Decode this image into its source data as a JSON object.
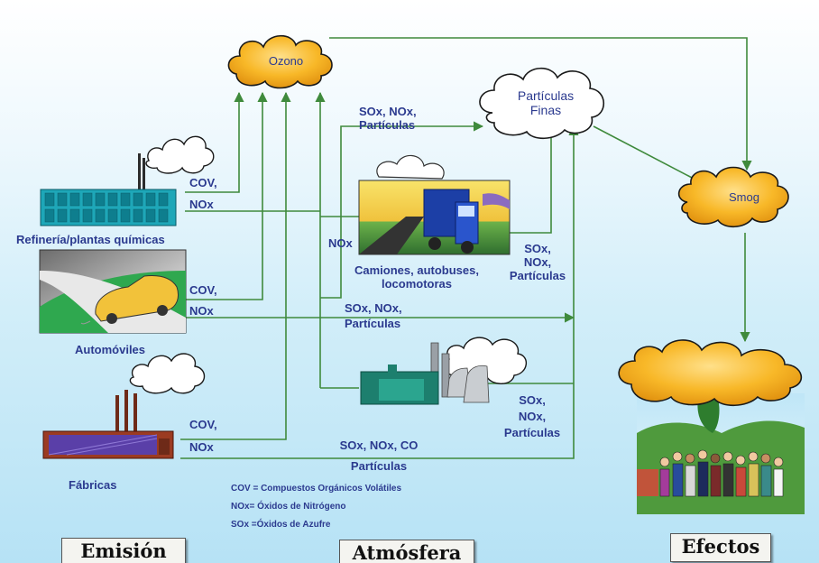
{
  "clouds": {
    "ozono": "Ozono",
    "particulas_finas": [
      "Partículas",
      "Finas"
    ],
    "smog": "Smog"
  },
  "sources": {
    "refineria": "Refinería/plantas químicas",
    "automoviles": "Automóviles",
    "fabricas": "Fábricas",
    "camiones": [
      "Camiones, autobuses,",
      "locomotoras"
    ]
  },
  "emissions": {
    "refineria": [
      "COV,",
      "NOx"
    ],
    "automoviles": [
      "COV,",
      "NOx"
    ],
    "fabricas": [
      "COV,",
      "NOx"
    ],
    "top_mid": [
      "SOx, NOx,",
      "Partículas"
    ],
    "camion_nox": "NOx",
    "camion_right": [
      "SOx,",
      "NOx,",
      "Partículas"
    ],
    "auto_mid": [
      "SOx, NOx,",
      "Partículas"
    ],
    "power_right": [
      "SOx,",
      "NOx,",
      "Partículas"
    ],
    "fabrica_mid": [
      "SOx, NOx, CO",
      "Partículas"
    ]
  },
  "legend": [
    "COV = Compuestos Orgánicos Volátiles",
    "NOx= Óxidos de Nitrógeno",
    "SOx =Óxidos de Azufre"
  ],
  "footer": {
    "emision": "Emisión",
    "atmosfera": "Atmósfera",
    "efectos": "Efectos"
  },
  "colors": {
    "arrow": "#3f8a3c",
    "cloud_fill": "#f7b52b",
    "text": "#2b3a8f"
  }
}
